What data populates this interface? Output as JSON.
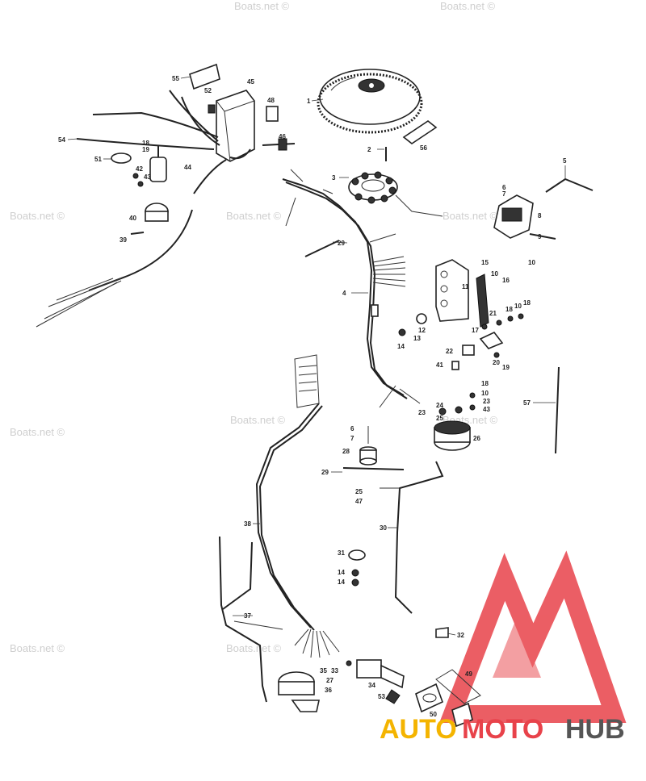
{
  "watermarks": [
    "Boats.net ©",
    "Boats.net ©",
    "Boats.net ©",
    "Boats.net ©",
    "Boats.net ©",
    "Boats.net ©",
    "Boats.net ©",
    "Boats.net ©",
    "Boats.net ©",
    "Boats.net ©"
  ],
  "logo": {
    "auto": "AUTO",
    "moto": "MOTO",
    "hub": "HUB",
    "auto_color": "#f4b400",
    "moto_color": "#e8424a",
    "hub_color": "#555555",
    "triangle_color": "#e8424a"
  },
  "callouts": [
    "55",
    "52",
    "45",
    "48",
    "1",
    "54",
    "18",
    "19",
    "51",
    "44",
    "42",
    "43",
    "46",
    "2",
    "56",
    "40",
    "39",
    "3",
    "5",
    "6",
    "7",
    "8",
    "9",
    "10",
    "29",
    "4",
    "11",
    "15",
    "10",
    "16",
    "18",
    "10",
    "18",
    "21",
    "17",
    "12",
    "13",
    "14",
    "22",
    "20",
    "19",
    "41",
    "18",
    "10",
    "24",
    "25",
    "23",
    "23",
    "43",
    "57",
    "6",
    "7",
    "28",
    "26",
    "29",
    "25",
    "47",
    "30",
    "38",
    "31",
    "14",
    "14",
    "37",
    "32",
    "35",
    "33",
    "27",
    "36",
    "34",
    "49",
    "53",
    "50"
  ]
}
